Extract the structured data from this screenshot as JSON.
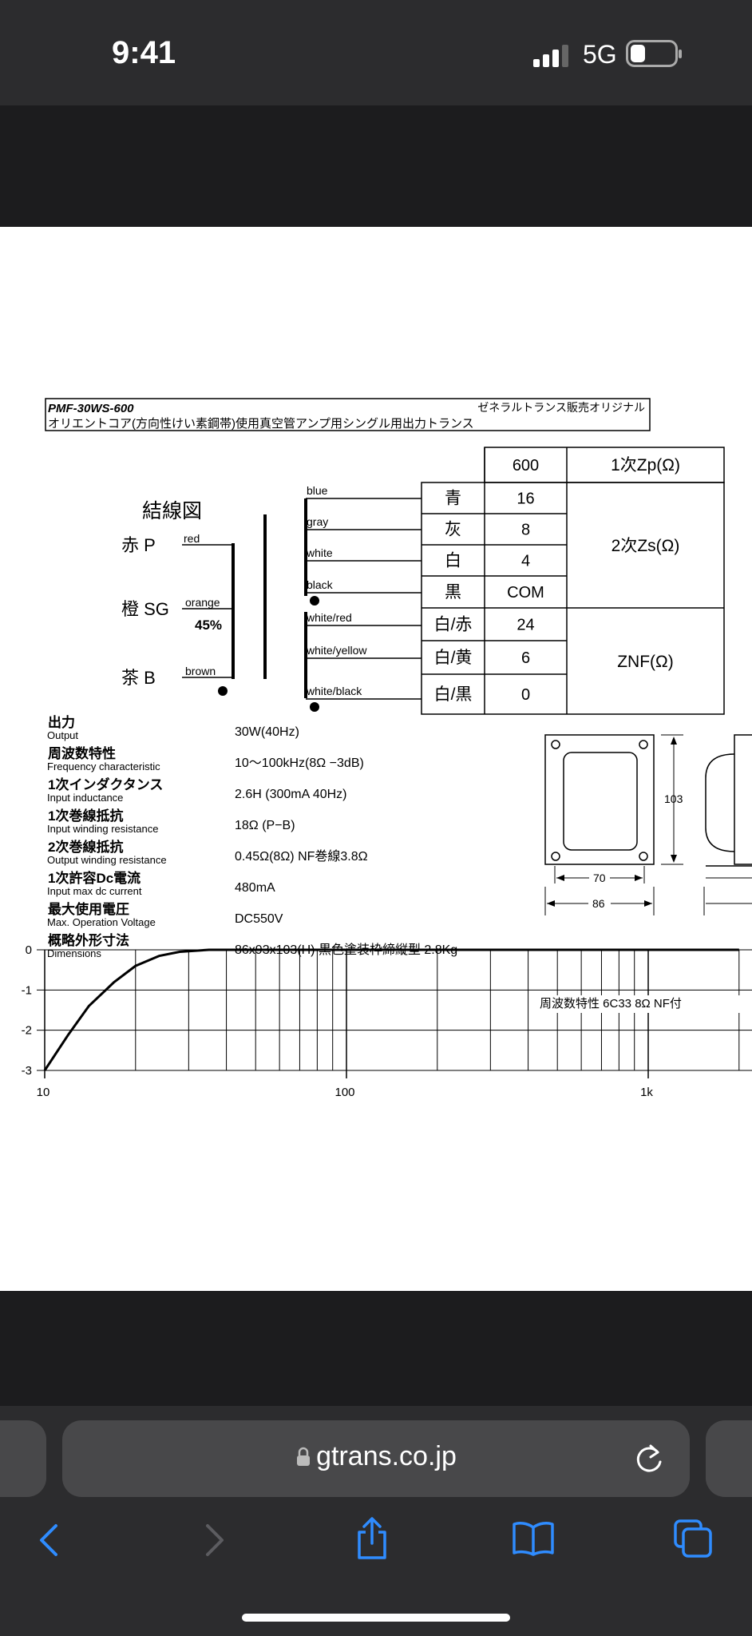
{
  "status": {
    "time": "9:41",
    "network": "5G"
  },
  "doc": {
    "model": "PMF-30WS-600",
    "vendor": "ゼネラルトランス販売オリジナル",
    "description": "オリエントコア(方向性けい素鋼帯)使用真空管アンプ用シングル用出力トランス",
    "wiring_title": "結線図",
    "primary": {
      "p_label": "赤 P",
      "p_color": "red",
      "sg_label": "橙 SG",
      "sg_color": "orange",
      "sg_tap": "45%",
      "b_label": "茶 B",
      "b_color": "brown"
    },
    "secondary_wires": [
      "blue",
      "gray",
      "white",
      "black",
      "white/red",
      "white/yellow",
      "white/black"
    ],
    "table": {
      "header_value": "600",
      "header_label": "1次Zp(Ω)",
      "rows": [
        {
          "color": "青",
          "value": "16"
        },
        {
          "color": "灰",
          "value": "8"
        },
        {
          "color": "白",
          "value": "4"
        },
        {
          "color": "黒",
          "value": "COM"
        },
        {
          "color": "白/赤",
          "value": "24"
        },
        {
          "color": "白/黄",
          "value": "6"
        },
        {
          "color": "白/黒",
          "value": "0"
        }
      ],
      "group1_label": "2次Zs(Ω)",
      "group2_label": "ZNF(Ω)"
    },
    "specs": [
      {
        "jp": "出力",
        "en": "Output",
        "value": "30W(40Hz)"
      },
      {
        "jp": "周波数特性",
        "en": "Frequency characteristic",
        "value": "10〜100kHz(8Ω −3dB)"
      },
      {
        "jp": "1次インダクタンス",
        "en": "Input inductance",
        "value": "2.6H (300mA 40Hz)"
      },
      {
        "jp": "1次巻線抵抗",
        "en": "Input winding resistance",
        "value": "18Ω (P−B)"
      },
      {
        "jp": "2次巻線抵抗",
        "en": "Output winding resistance",
        "value": "0.45Ω(8Ω) NF巻線3.8Ω"
      },
      {
        "jp": "1次許容Dc電流",
        "en": "Input max dc current",
        "value": "480mA"
      },
      {
        "jp": "最大使用電圧",
        "en": "Max. Operation Voltage",
        "value": "DC550V"
      },
      {
        "jp": "概略外形寸法",
        "en": "Dimensions",
        "value": "86x93x103(H)  黒色塗装枠締縦型  2.8Kg"
      }
    ],
    "dims": {
      "height": "103",
      "width_inner": "70",
      "width_outer": "86"
    }
  },
  "chart_data": {
    "type": "line",
    "title": "周波数特性 6C33 8Ω  NF付",
    "x_scale": "log",
    "xlim": [
      10,
      2000
    ],
    "ylim": [
      -3,
      0
    ],
    "x_ticks": [
      "10",
      "100",
      "1k"
    ],
    "y_ticks": [
      "0",
      "-1",
      "-2",
      "-3"
    ],
    "series": [
      {
        "x": [
          10,
          12,
          14,
          17,
          20,
          24,
          28,
          35,
          50,
          100,
          1000,
          2000
        ],
        "y": [
          -3,
          -2.1,
          -1.4,
          -0.8,
          -0.4,
          -0.15,
          -0.05,
          0,
          0,
          0,
          0,
          0
        ]
      }
    ]
  },
  "browser": {
    "url": "gtrans.co.jp"
  }
}
